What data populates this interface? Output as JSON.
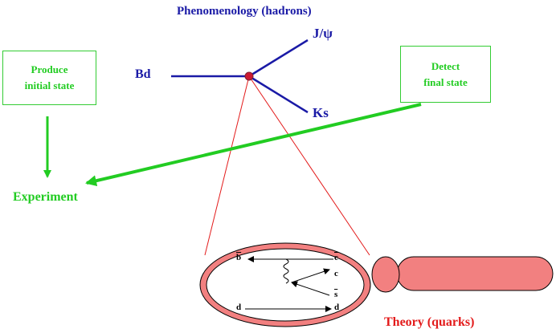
{
  "phenomenology": {
    "title": "Phenomenology  (hadrons)"
  },
  "decay": {
    "initial": "Bd",
    "product_upper": "J/ψ",
    "product_lower": "Ks"
  },
  "produce_box": {
    "line1": "Produce",
    "line2": "initial state"
  },
  "detect_box": {
    "line1": "Detect",
    "line2": "final state"
  },
  "experiment": {
    "label": "Experiment"
  },
  "theory": {
    "label": "Theory  (quarks)"
  },
  "quark_diagram": {
    "b_bar": "b",
    "c_bar": "c",
    "c": "c",
    "s_bar": "s",
    "d_in": "d",
    "d_out": "d"
  },
  "colors": {
    "hadron_blue": "#1a1aa6",
    "experiment_green": "#22cc22",
    "theory_red": "#e31b1b",
    "lens_pink": "#f28080",
    "vertex_red": "#cc1a33"
  }
}
